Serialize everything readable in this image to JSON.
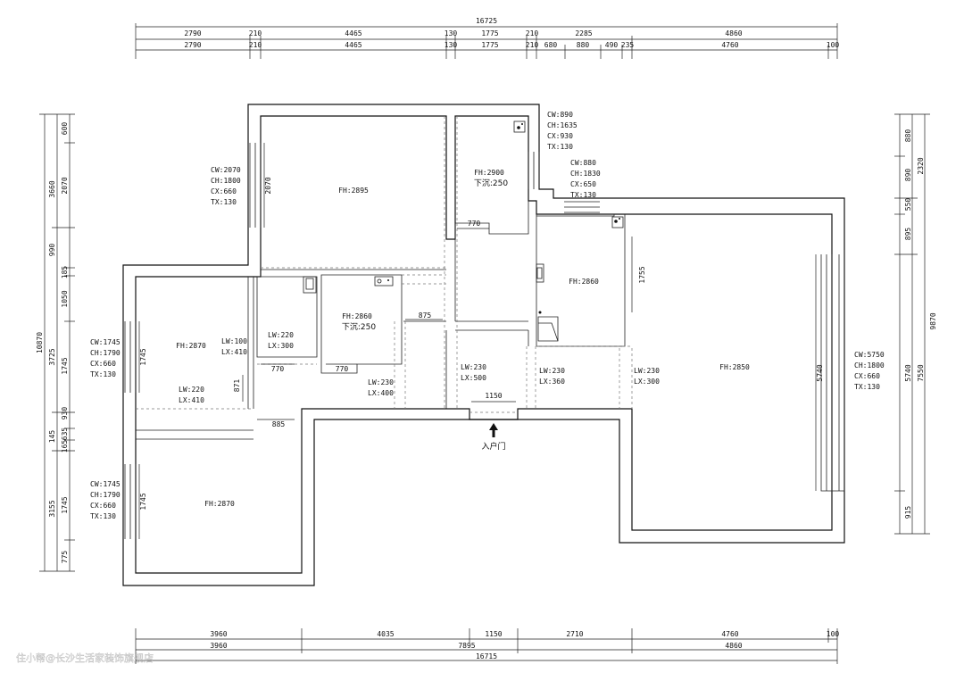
{
  "top_dims": {
    "total": "16725",
    "row1": [
      "2790",
      "210",
      "4465",
      "130",
      "1775",
      "210",
      "2285",
      "4860"
    ],
    "row2": [
      "2790",
      "210",
      "4465",
      "130",
      "1775",
      "210",
      "680",
      "880",
      "490",
      "235",
      "4760",
      "100"
    ]
  },
  "bottom_dims": {
    "row1": [
      "3960",
      "4035",
      "1150",
      "2710",
      "4760",
      "100"
    ],
    "row2": [
      "3960",
      "7895",
      "4860"
    ],
    "total": "16715"
  },
  "left_dims": {
    "outer": "10870",
    "mid": [
      "3660",
      "990",
      "3725",
      "145",
      "3155"
    ],
    "inner": [
      "600",
      "2070",
      "185",
      "1050",
      "1745",
      "930",
      "635",
      "165",
      "1745",
      "775"
    ]
  },
  "right_dims": {
    "outer": "9870",
    "mid": [
      "2320",
      "7550"
    ],
    "inner": [
      "880",
      "890",
      "550",
      "895",
      "5740",
      "915"
    ]
  },
  "rooms": {
    "master_fh": "FH:2895",
    "bath_top_fh": "FH:2900",
    "bath_top_sub": "下沉:250",
    "kitchen_fh": "FH:2860",
    "bed_mid_fh": "FH:2870",
    "bath_mid_fh": "FH:2860",
    "bath_mid_sub": "下沉:250",
    "bed_bottom_fh": "FH:2870",
    "living_fh": "FH:2850"
  },
  "windows": {
    "master": [
      "CW:2070",
      "CH:1800",
      "CX:660",
      "TX:130"
    ],
    "bath_top": [
      "CW:890",
      "CH:1635",
      "CX:930",
      "TX:130"
    ],
    "kitchen": [
      "CW:880",
      "CH:1830",
      "CX:650",
      "TX:130"
    ],
    "bed_mid": [
      "CW:1745",
      "CH:1790",
      "CX:660",
      "TX:130"
    ],
    "bed_bottom": [
      "CW:1745",
      "CH:1790",
      "CX:660",
      "TX:130"
    ],
    "living": [
      "CW:5750",
      "CH:1800",
      "CX:660",
      "TX:130"
    ]
  },
  "openings": {
    "lw100": [
      "LW:100",
      "LX:410"
    ],
    "lw220a": [
      "LW:220",
      "LX:300"
    ],
    "lw220b": [
      "LW:220",
      "LX:410"
    ],
    "lw230a": [
      "LW:230",
      "LX:400"
    ],
    "lw230b": [
      "LW:230",
      "LX:500"
    ],
    "lw230c": [
      "LW:230",
      "LX:360"
    ],
    "lw230d": [
      "LW:230",
      "LX:300"
    ]
  },
  "local_dims": {
    "w2070": "2070",
    "d770_top": "770",
    "w1755": "1755",
    "w1745_mid": "1745",
    "w1745_bot": "1745",
    "w5740": "5740",
    "d875": "875",
    "d770a": "770",
    "d770b": "770",
    "d871": "871",
    "d885": "885",
    "d1150": "1150"
  },
  "entrance_label": "入户门",
  "watermark": "住小帮@长沙生活家装饰旗舰店"
}
